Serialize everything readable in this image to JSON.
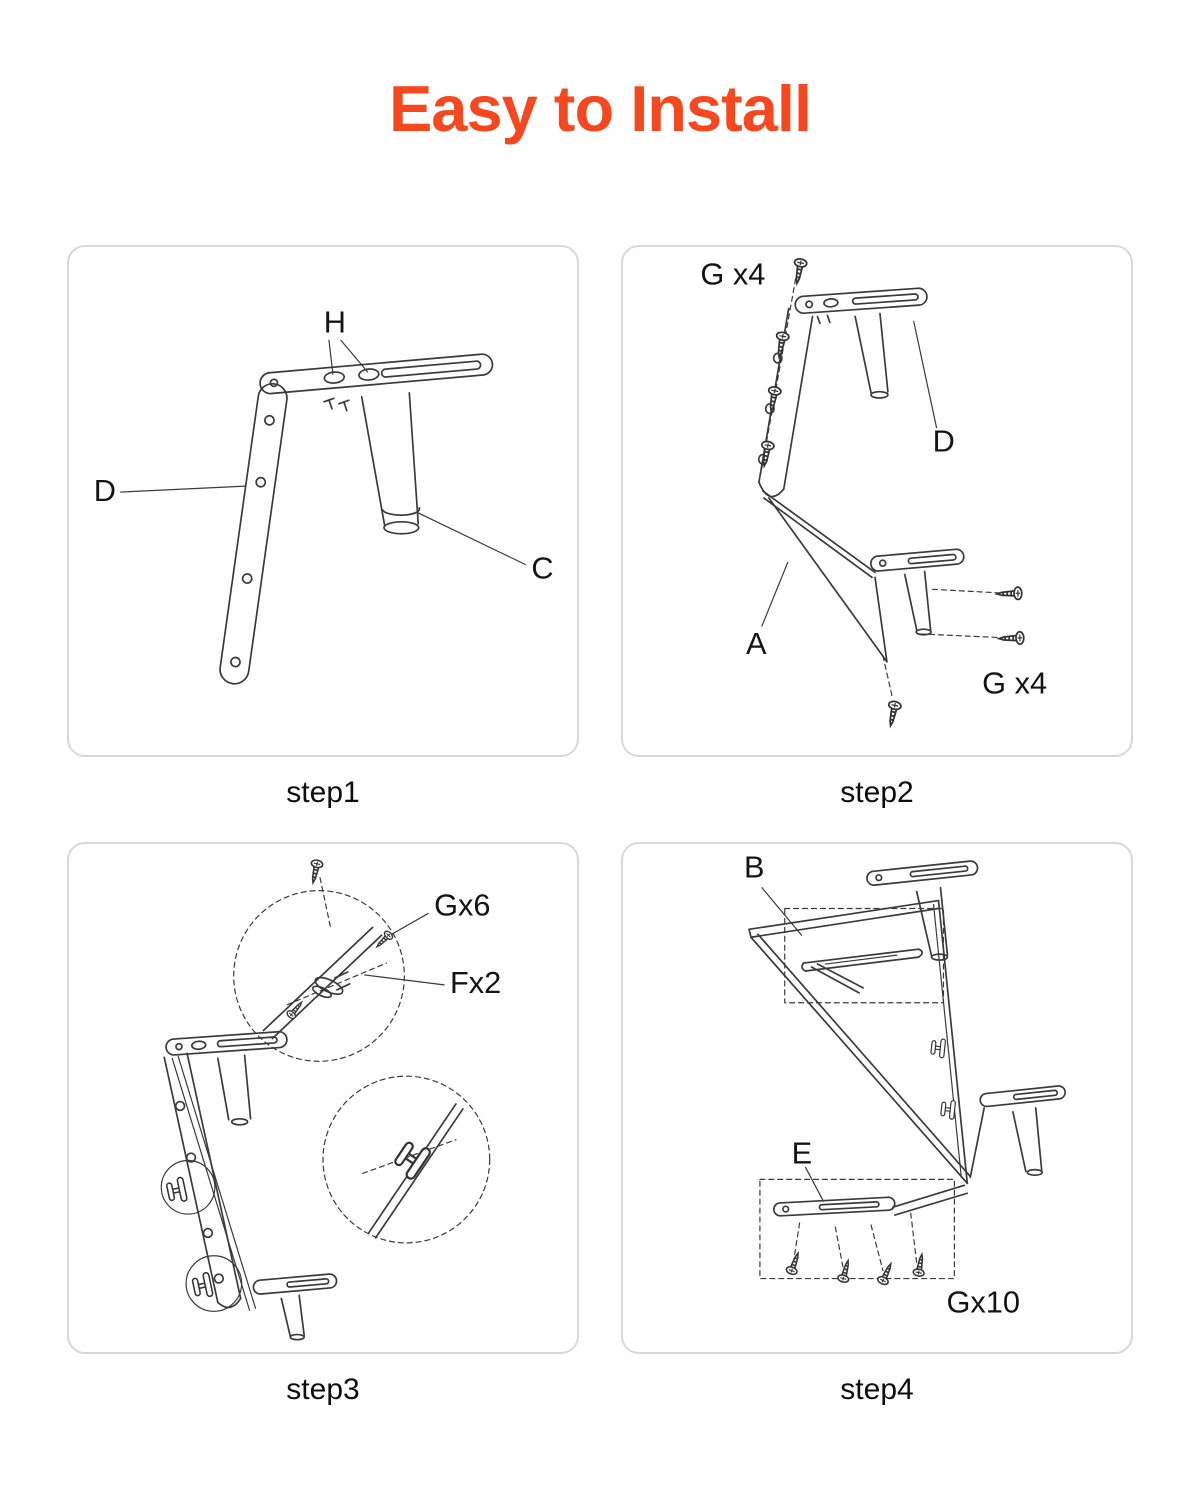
{
  "page": {
    "title": "Easy to Install",
    "accent": "#F6481F"
  },
  "steps": [
    {
      "label": "step1",
      "annotations": {
        "h": "H",
        "d": "D",
        "c": "C"
      }
    },
    {
      "label": "step2",
      "annotations": {
        "g_top": "G x4",
        "d": "D",
        "a": "A",
        "g_bottom": "G x4"
      }
    },
    {
      "label": "step3",
      "annotations": {
        "g": "Gx6",
        "f": "Fx2"
      }
    },
    {
      "label": "step4",
      "annotations": {
        "b": "B",
        "e": "E",
        "g": "Gx10"
      }
    }
  ]
}
